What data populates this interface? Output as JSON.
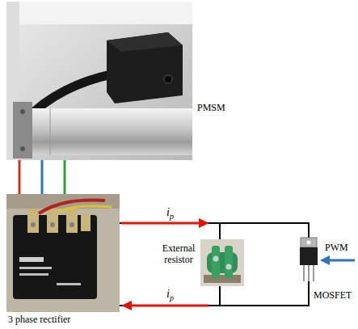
{
  "diagram": {
    "nodes": [
      {
        "text": [
          "PMSM"
        ]
      },
      {
        "text": [
          "3 phase rectifier"
        ]
      },
      {
        "text": [
          "External resistor"
        ]
      },
      {
        "text": [
          "MOSFET"
        ]
      }
    ],
    "edges": [
      {
        "from": 0,
        "to": 1,
        "arrow": "none"
      },
      {
        "from": 0,
        "to": 1,
        "arrow": "none"
      },
      {
        "from": 0,
        "to": 1,
        "arrow": "none"
      },
      {
        "from": 1,
        "to": 2,
        "label": "ip",
        "arrow": "none"
      },
      {
        "from": 2,
        "to": 1,
        "label": "ip",
        "arrow": "none"
      },
      {
        "from": 2,
        "to": 3,
        "arrow": "none"
      },
      {
        "from": 2,
        "to": 3,
        "arrow": "none"
      }
    ],
    "labels": [
      "PWM"
    ]
  }
}
